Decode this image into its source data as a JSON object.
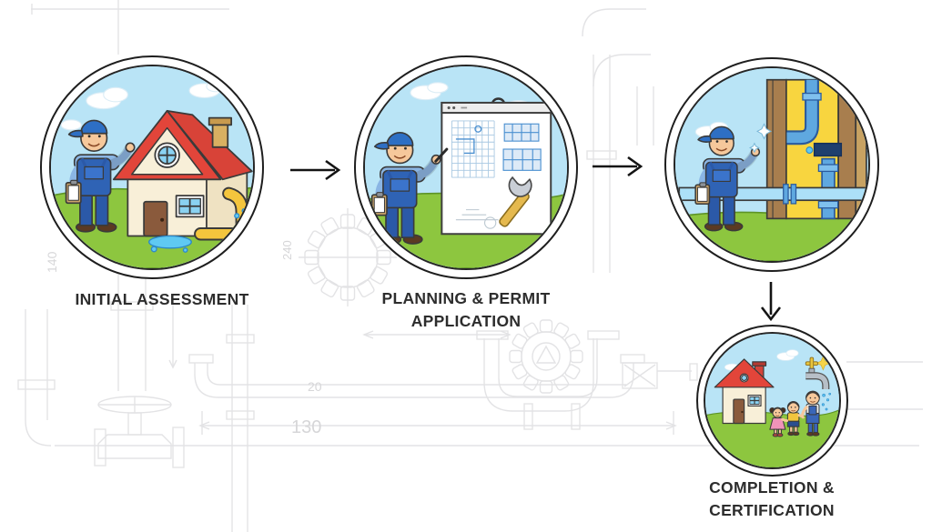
{
  "diagram": {
    "type": "process-flow",
    "steps": [
      {
        "id": 1,
        "label_lines": [
          "INITIAL ASSESSMENT"
        ],
        "illustration": "plumber-assessing-house-with-leaking-pipes"
      },
      {
        "id": 2,
        "label_lines": [
          "PLANNING & PERMIT",
          "APPLICATION"
        ],
        "illustration": "plumber-presenting-blueprint-plans"
      },
      {
        "id": 3,
        "label_lines": [],
        "illustration": "plumber-inspecting-pipes-in-open-wall"
      },
      {
        "id": 4,
        "label_lines": [
          "COMPLETION &",
          "CERTIFICATION"
        ],
        "illustration": "happy-family-house-working-faucet"
      }
    ],
    "connectors": [
      {
        "from": 1,
        "to": 2,
        "direction": "right"
      },
      {
        "from": 2,
        "to": 3,
        "direction": "right"
      },
      {
        "from": 3,
        "to": 4,
        "direction": "down"
      }
    ],
    "background_dims": {
      "left_vertical": "140",
      "center_vertical": "240",
      "pipe_segment": "20",
      "overall_length": "130"
    },
    "colors": {
      "sky": "#b9e4f6",
      "grass": "#8dc63f",
      "roof_red": "#e2453a",
      "wall_cream": "#f8efd8",
      "pipe_yellow": "#f4c53d",
      "pipe_blue": "#5fa8e0",
      "water_blue": "#5fc9f2",
      "plumber_overalls": "#2f63b5",
      "plumber_shirt": "#8ab5e4",
      "insulation_yellow": "#f8d53f",
      "stud_brown": "#a87e4e",
      "blueprint_gray": "#e3e3e5",
      "label_text": "#2d2d2d",
      "arrow_black": "#141414"
    }
  }
}
